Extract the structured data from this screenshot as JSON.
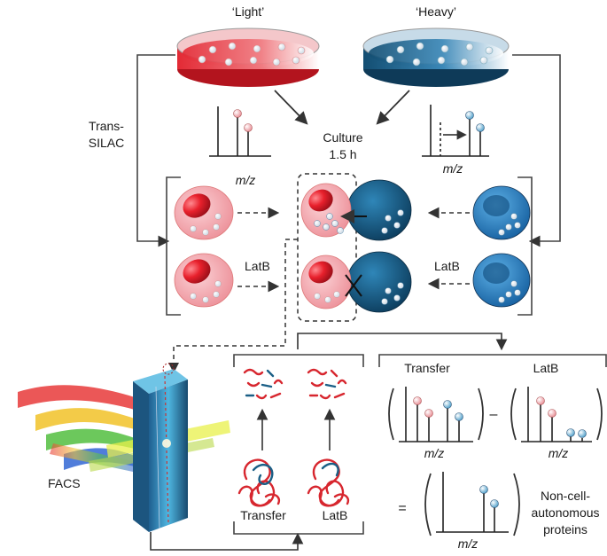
{
  "dishes": {
    "light": "‘Light’",
    "heavy": "‘Heavy’"
  },
  "trans_silac": {
    "line1": "Trans-",
    "line2": "SILAC"
  },
  "culture": {
    "line1": "Culture",
    "line2": "1.5 h"
  },
  "mz": "m/z",
  "latb": "LatB",
  "facs": "FACS",
  "transfer": "Transfer",
  "minus": "–",
  "equals": "=",
  "result": {
    "line1": "Non-cell-",
    "line2": "autonomous",
    "line3": "proteins"
  },
  "colors": {
    "light_red": "#e8323c",
    "light_pink": "#f2a0a8",
    "heavy_blue": "#1a5f86",
    "heavy_bright": "#2a86c4",
    "arrow": "#333333"
  }
}
